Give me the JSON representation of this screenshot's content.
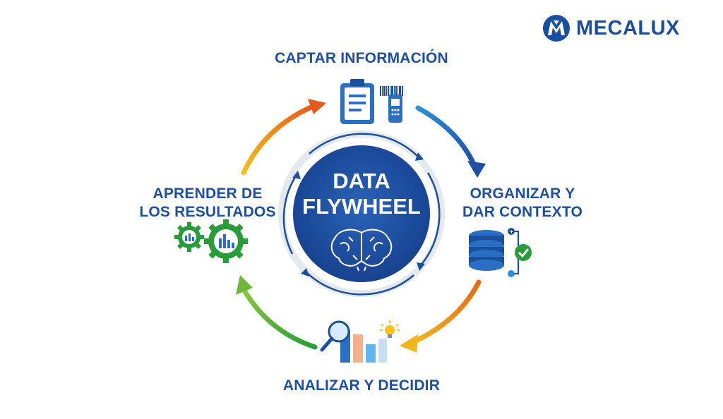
{
  "brand": {
    "name": "MECALUX",
    "colors": {
      "primary": "#1c4f9b",
      "accent": "#2b64b8"
    }
  },
  "center": {
    "line1": "DATA",
    "line2": "FLYWHEEL",
    "icon": "brain-icon"
  },
  "steps": [
    {
      "label": "CAPTAR INFORMACIÓN",
      "icon": "clipboard-scanner-icon"
    },
    {
      "label_line1": "ORGANIZAR Y",
      "label_line2": "DAR CONTEXTO",
      "icon": "database-check-icon"
    },
    {
      "label": "ANALIZAR Y DECIDIR",
      "icon": "analytics-lightbulb-icon"
    },
    {
      "label_line1": "APRENDER DE",
      "label_line2": "LOS RESULTADOS",
      "icon": "gears-icon"
    }
  ],
  "arrow_colors": {
    "top_right": [
      "#1f4fa3",
      "#2f8fd8"
    ],
    "bottom_right": [
      "#f2b51d",
      "#e36a18"
    ],
    "bottom_left": [
      "#2a9b3a",
      "#8cc63f"
    ],
    "top_left": [
      "#f2c01d",
      "#e55a1a"
    ]
  }
}
